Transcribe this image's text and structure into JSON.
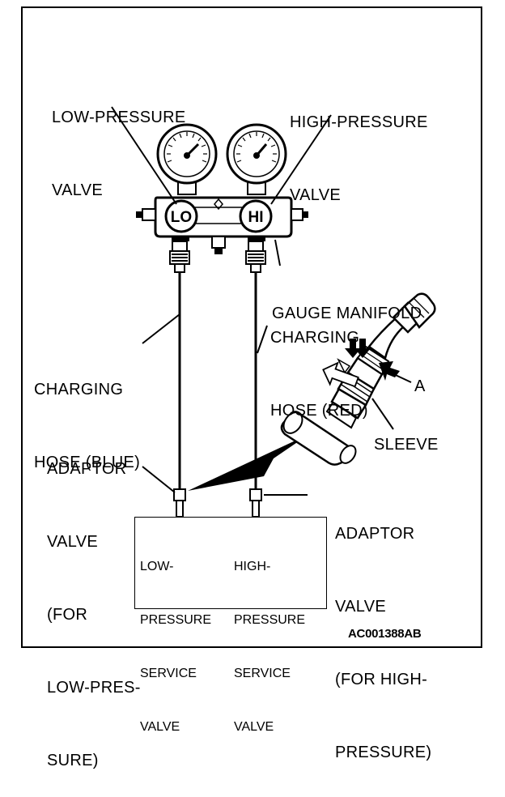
{
  "labels": {
    "low_pressure_valve": [
      "LOW-PRESSURE",
      "VALVE"
    ],
    "high_pressure_valve": [
      "HIGH-PRESSURE",
      "VALVE"
    ],
    "gauge_manifold": [
      "GAUGE MANIFOLD"
    ],
    "charging_hose_red": [
      "CHARGING",
      "HOSE (RED)"
    ],
    "charging_hose_blue": [
      "CHARGING",
      "HOSE (BLUE)"
    ],
    "part_a": "A",
    "sleeve": "SLEEVE",
    "adaptor_valve_low": [
      "ADAPTOR",
      "VALVE",
      "(FOR",
      "LOW-PRES-",
      "SURE)"
    ],
    "adaptor_valve_high": [
      "ADAPTOR",
      "VALVE",
      "(FOR HIGH-",
      "PRESSURE)"
    ],
    "low_service_valve": [
      "LOW-",
      "PRESSURE",
      "SERVICE",
      "VALVE"
    ],
    "high_service_valve": [
      "HIGH-",
      "PRESSURE",
      "SERVICE",
      "VALVE"
    ]
  },
  "gauges": {
    "lo": "LO",
    "hi": "HI"
  },
  "figure_id": "AC001388AB"
}
